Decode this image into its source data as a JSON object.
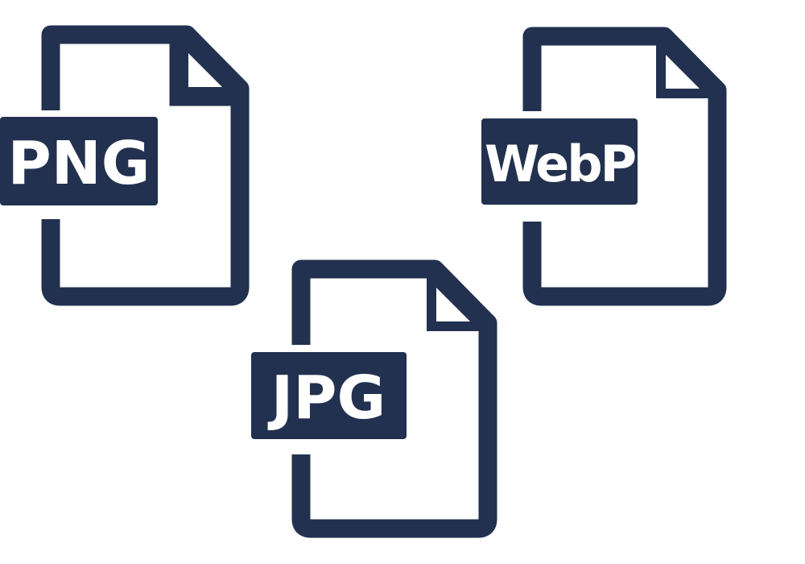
{
  "colors": {
    "icon": "#22314f",
    "label_text": "#ffffff",
    "background": "#ffffff"
  },
  "icons": [
    {
      "name": "png-file-icon",
      "label": "PNG"
    },
    {
      "name": "webp-file-icon",
      "label": "WebP"
    },
    {
      "name": "jpg-file-icon",
      "label": "JPG"
    }
  ]
}
